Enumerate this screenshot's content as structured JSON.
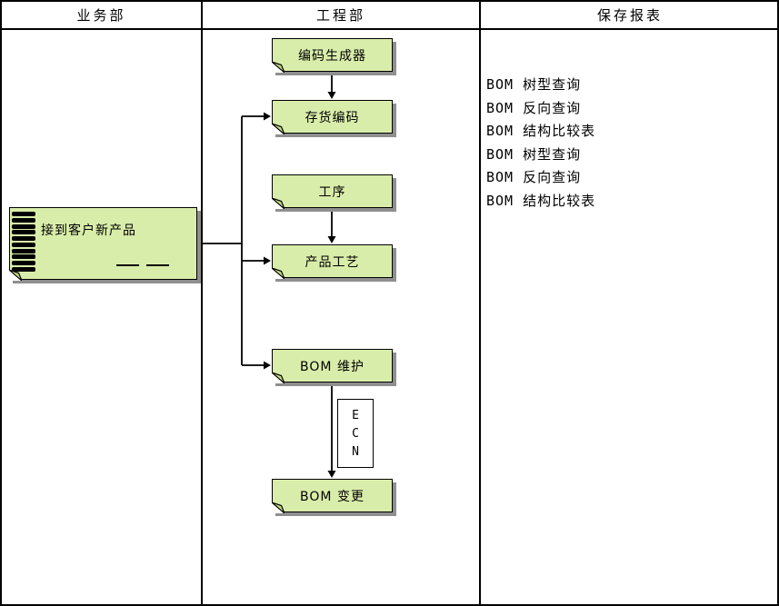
{
  "columns": {
    "business": "业务部",
    "engineering": "工程部",
    "reports": "保存报表"
  },
  "business": {
    "document": "接到客户新产品"
  },
  "engineering": {
    "nodes": [
      "编码生成器",
      "存货编码",
      "工序",
      "产品工艺",
      "BOM 维护",
      "BOM 变更"
    ],
    "ecn": [
      "E",
      "C",
      "N"
    ]
  },
  "reports": {
    "items": [
      "BOM 树型查询",
      "BOM 反向查询",
      "BOM 结构比较表",
      "BOM 树型查询",
      "BOM 反向查询",
      "BOM 结构比较表"
    ]
  },
  "colors": {
    "node_fill": "#d9edaa",
    "node_shadow": "#8f8f8f",
    "border": "#000000",
    "background": "#ffffff"
  }
}
